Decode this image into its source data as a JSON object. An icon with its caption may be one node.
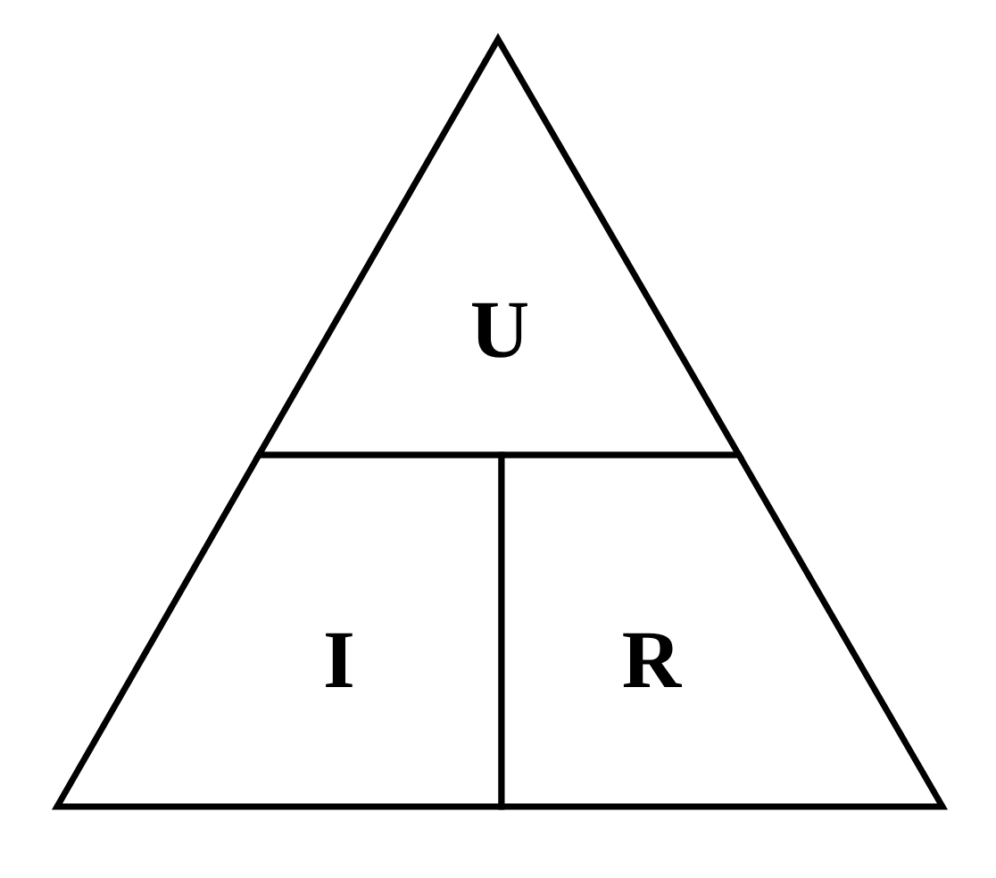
{
  "diagram": {
    "nodes": [
      {
        "text": [
          "U"
        ]
      },
      {
        "text": [
          "I"
        ]
      },
      {
        "text": [
          "R"
        ]
      }
    ]
  }
}
